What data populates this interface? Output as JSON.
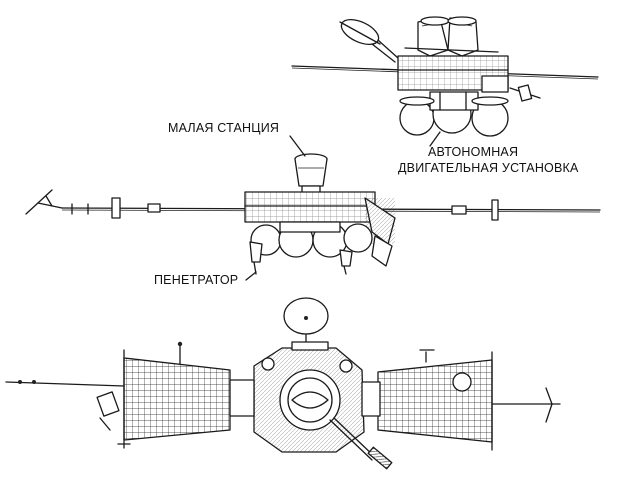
{
  "labels": {
    "small_station": "МАЛАЯ СТАНЦИЯ",
    "autonomous_line1": "АВТОНОМНАЯ",
    "autonomous_line2": "ДВИГАТЕЛЬНАЯ УСТАНОВКА",
    "penetrator": "ПЕНЕТРАТОР"
  }
}
